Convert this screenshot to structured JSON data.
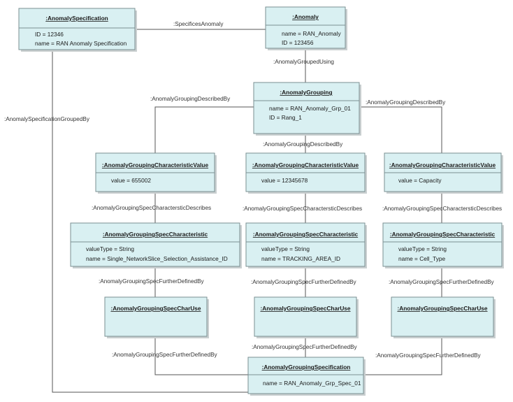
{
  "objects": {
    "anomaly_specification": {
      "title": ":AnomalySpecification",
      "attrs": [
        "ID = 12346",
        "name = RAN Anomaly Specification"
      ]
    },
    "anomaly": {
      "title": ":Anomaly",
      "attrs": [
        "name = RAN_Anomaly",
        "ID = 123456"
      ]
    },
    "anomaly_grouping": {
      "title": ":AnomalyGrouping",
      "attrs": [
        "name = RAN_Anomaly_Grp_01",
        "ID = Rang_1"
      ]
    },
    "char_value_1": {
      "title": ":AnomalyGroupingCharacteristicValue",
      "attrs": [
        "value = 655002"
      ]
    },
    "char_value_2": {
      "title": ":AnomalyGroupingCharacteristicValue",
      "attrs": [
        "value = 12345678"
      ]
    },
    "char_value_3": {
      "title": ":AnomalyGroupingCharacteristicValue",
      "attrs": [
        "value = Capacity"
      ]
    },
    "spec_char_1": {
      "title": ":AnomalyGroupingSpecCharacteristic",
      "attrs": [
        "valueType = String",
        "name = Single_NetworkSlice_Selection_Assistance_ID"
      ]
    },
    "spec_char_2": {
      "title": ":AnomalyGroupingSpecCharacteristic",
      "attrs": [
        "valueType = String",
        "name = TRACKING_AREA_ID"
      ]
    },
    "spec_char_3": {
      "title": ":AnomalyGroupingSpecCharacteristic",
      "attrs": [
        "valueType = String",
        "name = Cell_Type"
      ]
    },
    "char_use_1": {
      "title": ":AnomalyGroupingSpecCharUse",
      "attrs": []
    },
    "char_use_2": {
      "title": ":AnomalyGroupingSpecCharUse",
      "attrs": []
    },
    "char_use_3": {
      "title": ":AnomalyGroupingSpecCharUse",
      "attrs": []
    },
    "grouping_spec": {
      "title": ":AnomalyGroupingSpecification",
      "attrs": [
        "name = RAN_Anomaly_Grp_Spec_01"
      ]
    }
  },
  "links": {
    "specifies_anomaly": ":SpecificesAnomaly",
    "anomaly_grouped_using": ":AnomalyGroupedUsing",
    "described_by_left": ":AnomalyGroupingDescribedBy",
    "described_by_center": ":AnomalyGroupingDescribedBy",
    "described_by_right": ":AnomalyGroupingDescribedBy",
    "spec_grouped_by": ":AnomalySpecificationGroupedBy",
    "char_describes_1": ":AnomalyGroupingSpecCharactersticDescribes",
    "char_describes_2": ":AnomalyGroupingSpecCharactersticDescribes",
    "char_describes_3": ":AnomalyGroupingSpecCharactersticDescribes",
    "further_defined_1": ":AnomalyGroupingSpecFurtherDefinedBy",
    "further_defined_2": ":AnomalyGroupingSpecFurtherDefinedBy",
    "further_defined_3": ":AnomalyGroupingSpecFurtherDefinedBy",
    "further_defined_4": ":AnomalyGroupingSpecFurtherDefinedBy",
    "further_defined_5": ":AnomalyGroupingSpecFurtherDefinedBy",
    "further_defined_6": ":AnomalyGroupingSpecFurtherDefinedBy"
  }
}
